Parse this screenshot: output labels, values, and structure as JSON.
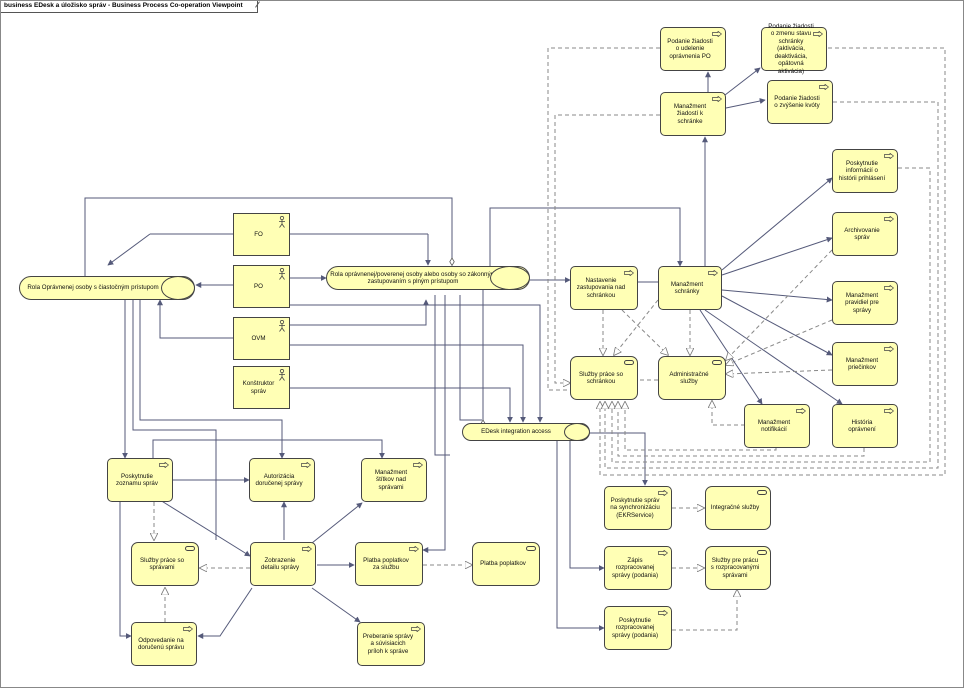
{
  "diagram": {
    "title": "business EDesk a úložisko správ - Business Process Co-operation Viewpoint",
    "actors": {
      "fo": "FO",
      "po": "PO",
      "ovm": "OVM",
      "konstruktor": "Konštruktor správ"
    },
    "roles": {
      "rola_opravnenej": "Rola Oprávnenej osoby s čiastočným prístupom",
      "rola_zastupovanie": "Rola oprávnenej/poverenej osoby alebo osoby so zákonným zastupovaním s plným prístupom",
      "edesk_access": "EDesk integration access"
    },
    "processes": {
      "podanie_opravnenia": "Podanie žiadosti o udelenie oprávnenia PO",
      "podanie_zmena_stavu": "Podanie žiadosti o zmenu stavu schránky (aktivácia, deaktivácia, opätovná aktivácia)",
      "manazment_ziadosti": "Manažment žiadostí k schránke",
      "podanie_kvota": "Podanie žiadosti o zvýšenie kvóty",
      "poskytnutie_historie": "Poskytnutie informácií o histórii prihlásení",
      "archivovanie": "Archivovanie správ",
      "manazment_schranky": "Manažment schránky",
      "nastavenie_zastupovania": "Nastavenie zastupovania nad schránkou",
      "manazment_pravidiel": "Manažment pravidiel pre správy",
      "manazment_priecinkov": "Manažment priečinkov",
      "historia_opravneni": "História oprávnení",
      "manazment_notifikacii": "Manažment notifikácií",
      "poskytnutie_zoznamu": "Poskytnutie zoznamu správ",
      "autorizacia": "Autorizácia doručenej správy",
      "manazment_stitkov": "Manažment štítkov nad správami",
      "zobrazenie_detailu": "Zobrazenie detailu správy",
      "platba_poplatkov_sluzbu": "Platba poplatkov za službu",
      "odpovedanie": "Odpovedanie na doručenú správu",
      "preberanie": "Preberanie správy a súvisiacich príloh k správe",
      "poskytnutie_synchronizaciu": "Poskytnutie správ na synchronizáciu (EKRService)",
      "zapis_rozpracovanej": "Zápis rozpracovanej správy (podania)",
      "poskytnutie_rozpracovanej": "Poskytnutie rozpracovanej správy (podania)"
    },
    "services": {
      "sluzby_schrankou": "Služby práce so schránkou",
      "administracne": "Administračné služby",
      "sluzby_spravami": "Služby práce so správami",
      "platba_poplatkov": "Platba poplatkov",
      "integracne": "Integračné služby",
      "rozpracovane": "Služby pre prácu s rozpracovanými správami"
    }
  }
}
